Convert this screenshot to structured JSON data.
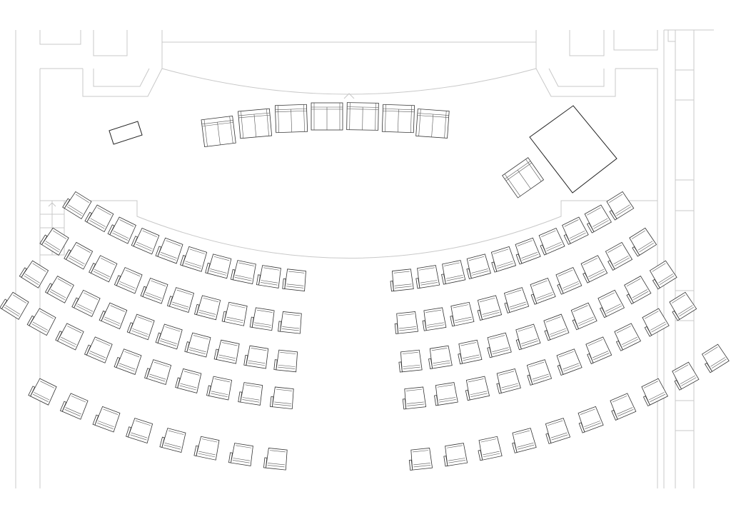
{
  "colors": {
    "background": "#ffffff",
    "wall": "#c8c8c8",
    "furniture": "#222222"
  },
  "stage": {
    "chair_rows": [
      {
        "count": 7
      }
    ],
    "extra_chairs": 1
  },
  "audience": {
    "sections": [
      {
        "side": "left",
        "rows": 5
      },
      {
        "side": "right",
        "rows": 5
      }
    ]
  }
}
